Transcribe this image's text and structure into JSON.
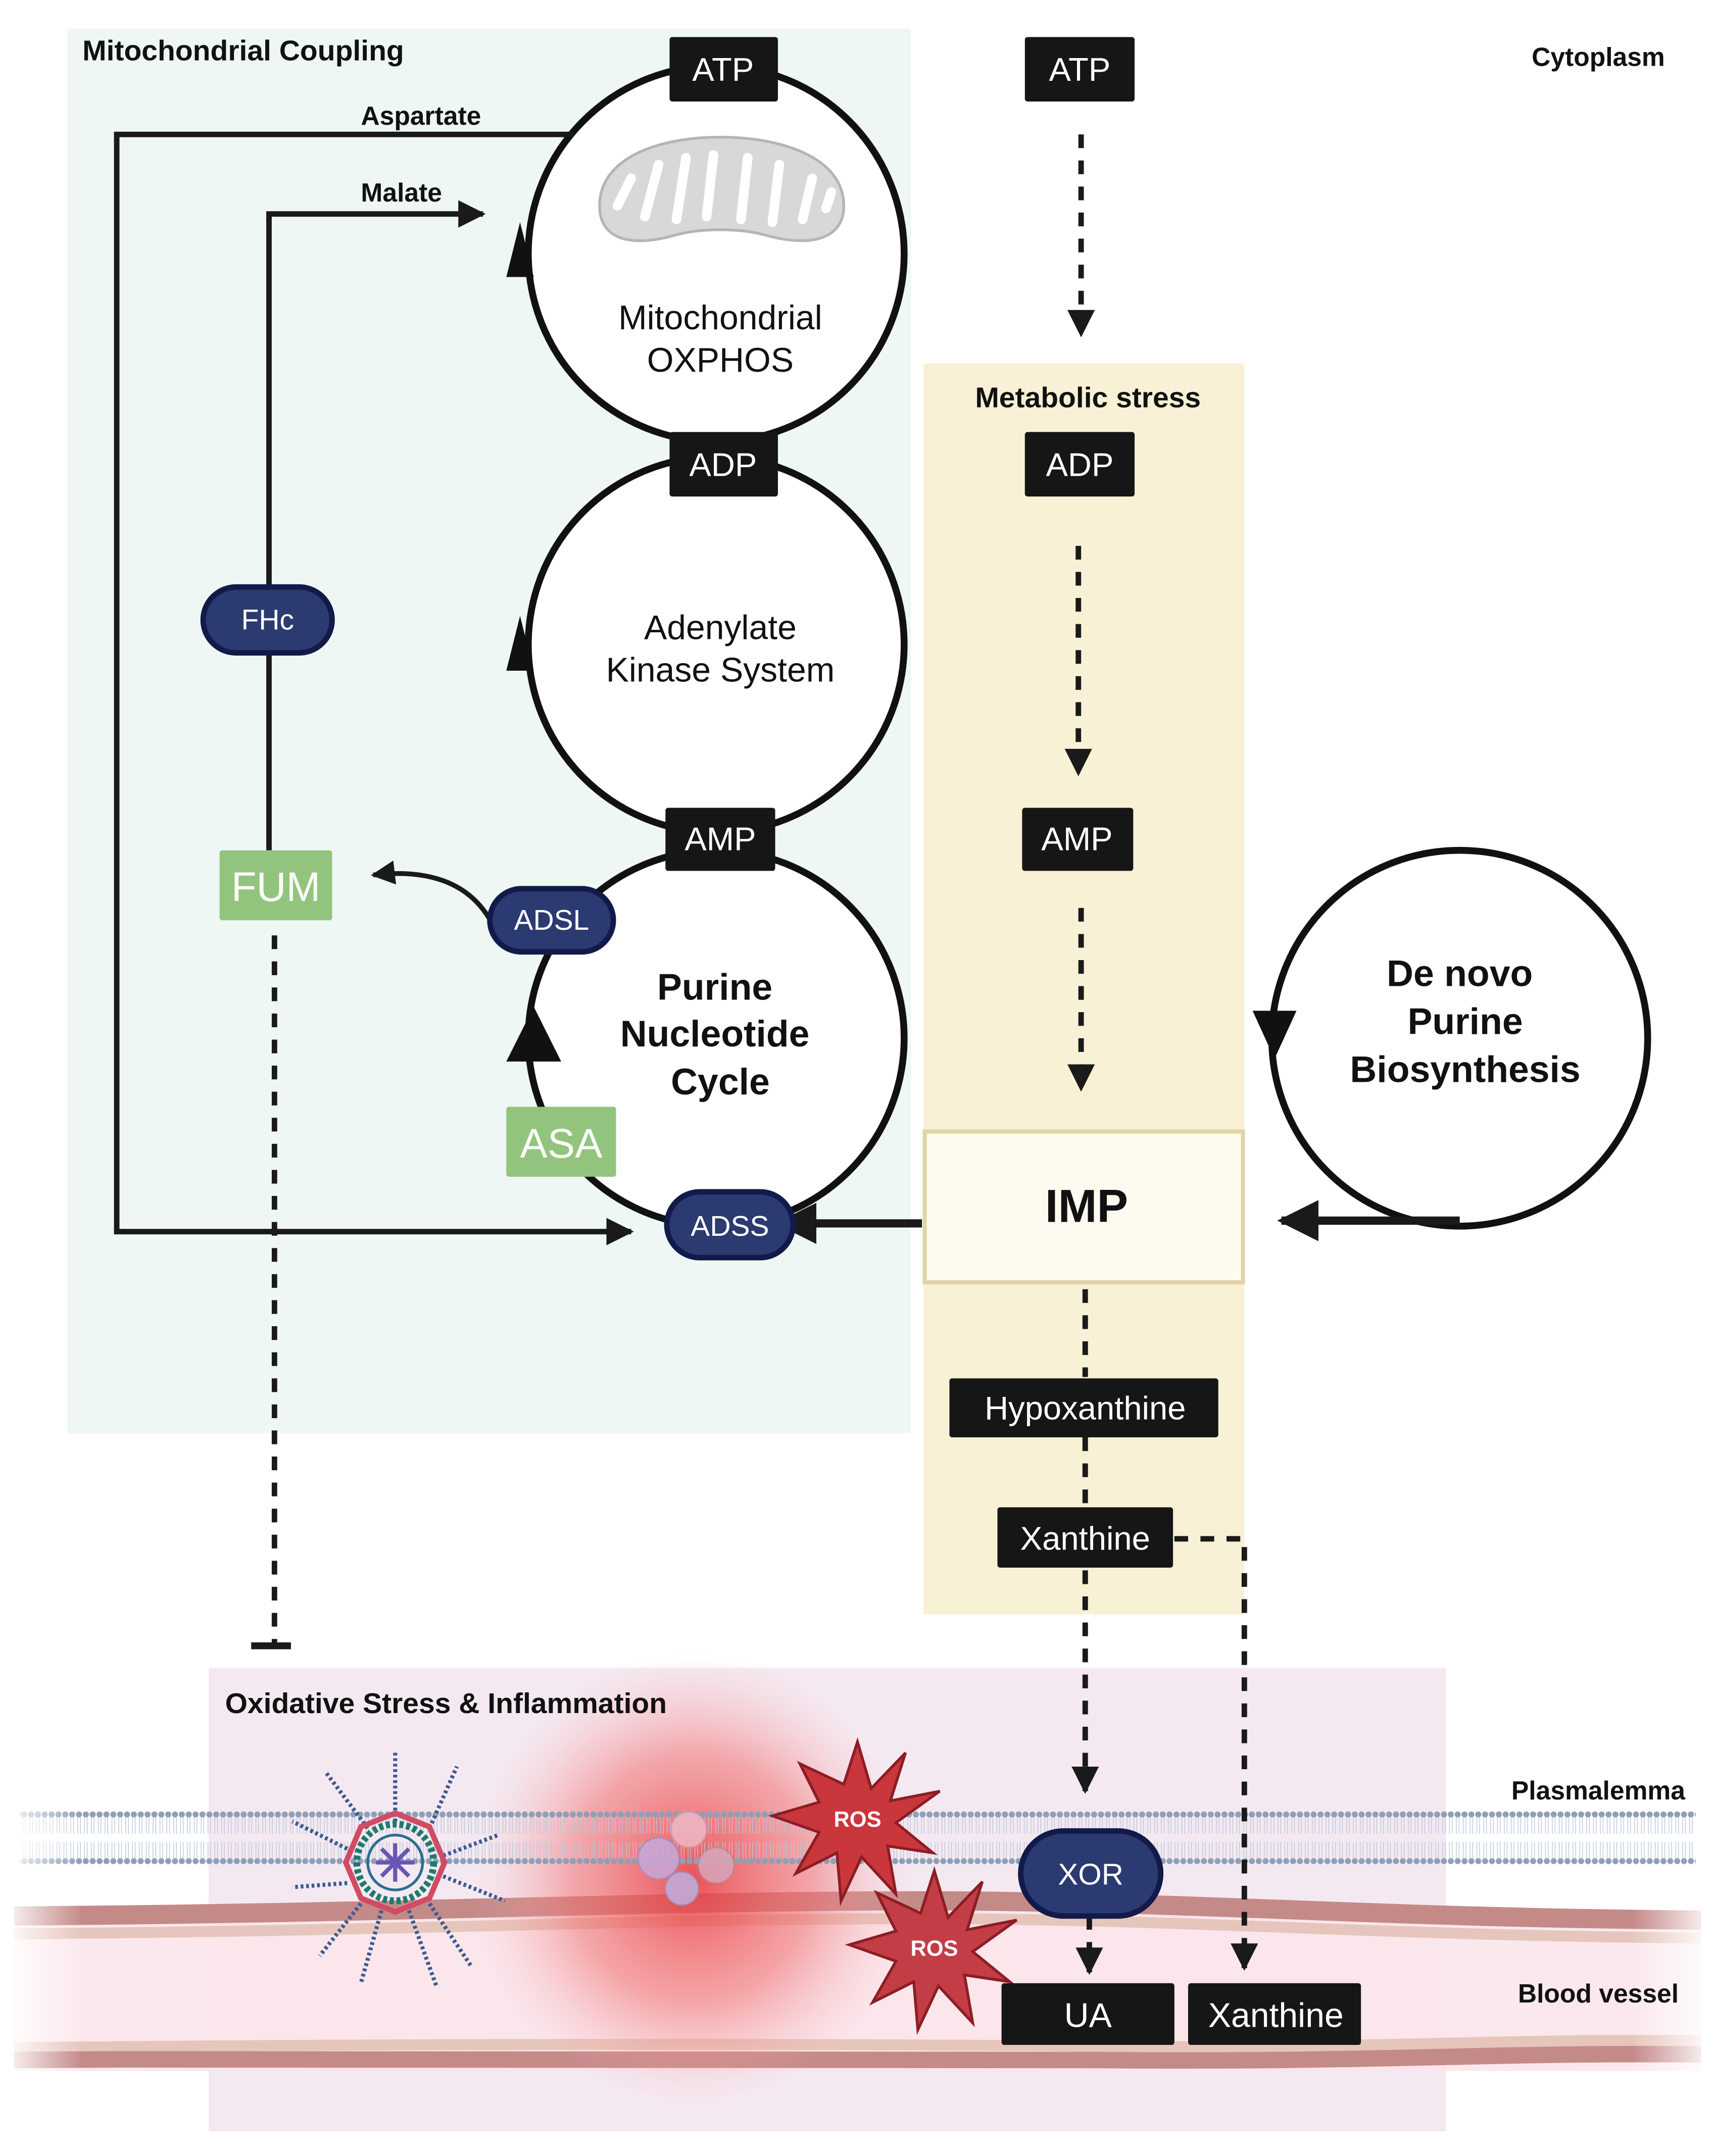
{
  "title": "Purine metabolism, mitochondrial coupling and oxidative stress",
  "colors": {
    "mito_panel": "#eef7f3",
    "metabolic_panel": "#f9f1d6",
    "imp_box_fill": "#fdfbef",
    "imp_box_border": "#e0d4a8",
    "oxidative_panel": "#f5e9f1",
    "metabolite_box": "#161616",
    "enzyme_fill": "#2b3a70",
    "enzyme_border": "#121a4a",
    "intermediate_box": "#93c47d",
    "ros": "#c9363c",
    "vessel_wall": "#c48a88",
    "membrane": "#8f9fb8"
  },
  "regions": {
    "mito_coupling": "Mitochondrial Coupling",
    "cytoplasm": "Cytoplasm",
    "metabolic_stress": "Metabolic stress",
    "oxidative": "Oxidative Stress & Inflammation",
    "plasmalemma": "Plasmalemma",
    "blood_vessel": "Blood vessel"
  },
  "cycles": {
    "oxphos": {
      "line1": "Mitochondrial",
      "line2": "OXPHOS"
    },
    "adenylate": {
      "line1": "Adenylate",
      "line2": "Kinase System"
    },
    "pnc": {
      "line1": "Purine",
      "line2": "Nucleotide",
      "line3": "Cycle"
    },
    "denovo": {
      "line1": "De novo",
      "line2": "Purine",
      "line3": "Biosynthesis"
    }
  },
  "metabolites": {
    "atp_cycle": "ATP",
    "adp_cycle": "ADP",
    "amp_cycle": "AMP",
    "atp_cyto": "ATP",
    "adp_cyto": "ADP",
    "amp_cyto": "AMP",
    "imp": "IMP",
    "hypoxanthine": "Hypoxanthine",
    "xanthine": "Xanthine",
    "ua": "UA",
    "xanthine_blood": "Xanthine"
  },
  "intermediates": {
    "fum": "FUM",
    "asa": "ASA"
  },
  "enzymes": {
    "fhc": "FHc",
    "adsl": "ADSL",
    "adss": "ADSS",
    "xor": "XOR"
  },
  "arrow_labels": {
    "aspartate": "Aspartate",
    "malate": "Malate"
  },
  "ros": [
    "ROS",
    "ROS"
  ]
}
